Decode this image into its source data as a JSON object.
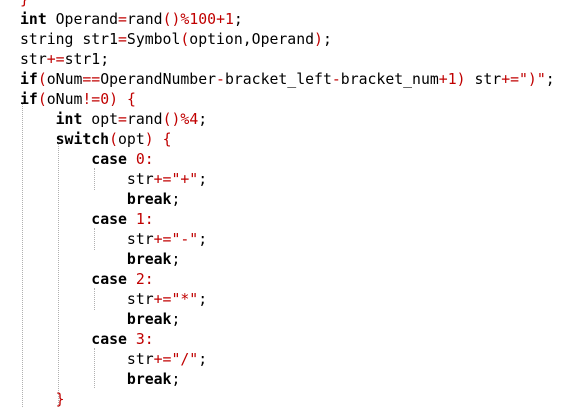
{
  "code": {
    "lines": [
      {
        "indent": "",
        "tokens": [
          [
            "b",
            "}"
          ]
        ]
      },
      {
        "indent": "",
        "tokens": [
          [
            "k",
            "int"
          ],
          [
            "p",
            " Operand"
          ],
          [
            "o",
            "="
          ],
          [
            "v",
            "rand"
          ],
          [
            "b",
            "()"
          ],
          [
            "o",
            "%"
          ],
          [
            "n",
            "100"
          ],
          [
            "o",
            "+"
          ],
          [
            "n",
            "1"
          ],
          [
            "p",
            ";"
          ]
        ]
      },
      {
        "indent": "",
        "tokens": [
          [
            "v",
            "string str1"
          ],
          [
            "o",
            "="
          ],
          [
            "v",
            "Symbol"
          ],
          [
            "b",
            "("
          ],
          [
            "v",
            "option"
          ],
          [
            "p",
            ","
          ],
          [
            "v",
            "Operand"
          ],
          [
            "b",
            ")"
          ],
          [
            "p",
            ";"
          ]
        ]
      },
      {
        "indent": "",
        "tokens": [
          [
            "v",
            "str"
          ],
          [
            "o",
            "+="
          ],
          [
            "v",
            "str1"
          ],
          [
            "p",
            ";"
          ]
        ]
      },
      {
        "indent": "",
        "tokens": [
          [
            "k",
            "if"
          ],
          [
            "b",
            "("
          ],
          [
            "v",
            "oNum"
          ],
          [
            "o",
            "=="
          ],
          [
            "v",
            "OperandNumber"
          ],
          [
            "o",
            "-"
          ],
          [
            "v",
            "bracket_left"
          ],
          [
            "o",
            "-"
          ],
          [
            "v",
            "bracket_num"
          ],
          [
            "o",
            "+"
          ],
          [
            "n",
            "1"
          ],
          [
            "b",
            ")"
          ],
          [
            "v",
            " str"
          ],
          [
            "o",
            "+="
          ],
          [
            "s",
            "\")\""
          ],
          [
            "p",
            ";"
          ]
        ]
      },
      {
        "indent": "",
        "tokens": [
          [
            "k",
            "if"
          ],
          [
            "b",
            "("
          ],
          [
            "v",
            "oNum"
          ],
          [
            "o",
            "!="
          ],
          [
            "n",
            "0"
          ],
          [
            "b",
            ")"
          ],
          [
            "p",
            " "
          ],
          [
            "b",
            "{"
          ]
        ]
      },
      {
        "indent": "    ",
        "tokens": [
          [
            "k",
            "int"
          ],
          [
            "v",
            " opt"
          ],
          [
            "o",
            "="
          ],
          [
            "v",
            "rand"
          ],
          [
            "b",
            "()"
          ],
          [
            "o",
            "%"
          ],
          [
            "n",
            "4"
          ],
          [
            "p",
            ";"
          ]
        ]
      },
      {
        "indent": "    ",
        "tokens": [
          [
            "k",
            "switch"
          ],
          [
            "b",
            "("
          ],
          [
            "v",
            "opt"
          ],
          [
            "b",
            ")"
          ],
          [
            "p",
            " "
          ],
          [
            "b",
            "{"
          ]
        ]
      },
      {
        "indent": "        ",
        "tokens": [
          [
            "k",
            "case"
          ],
          [
            "p",
            " "
          ],
          [
            "n",
            "0"
          ],
          [
            "o",
            ":"
          ]
        ]
      },
      {
        "indent": "            ",
        "tokens": [
          [
            "v",
            "str"
          ],
          [
            "o",
            "+="
          ],
          [
            "s",
            "\"+\""
          ],
          [
            "p",
            ";"
          ]
        ]
      },
      {
        "indent": "            ",
        "tokens": [
          [
            "k",
            "break"
          ],
          [
            "p",
            ";"
          ]
        ]
      },
      {
        "indent": "        ",
        "tokens": [
          [
            "k",
            "case"
          ],
          [
            "p",
            " "
          ],
          [
            "n",
            "1"
          ],
          [
            "o",
            ":"
          ]
        ]
      },
      {
        "indent": "            ",
        "tokens": [
          [
            "v",
            "str"
          ],
          [
            "o",
            "+="
          ],
          [
            "s",
            "\"-\""
          ],
          [
            "p",
            ";"
          ]
        ]
      },
      {
        "indent": "            ",
        "tokens": [
          [
            "k",
            "break"
          ],
          [
            "p",
            ";"
          ]
        ]
      },
      {
        "indent": "        ",
        "tokens": [
          [
            "k",
            "case"
          ],
          [
            "p",
            " "
          ],
          [
            "n",
            "2"
          ],
          [
            "o",
            ":"
          ]
        ]
      },
      {
        "indent": "            ",
        "tokens": [
          [
            "v",
            "str"
          ],
          [
            "o",
            "+="
          ],
          [
            "s",
            "\"*\""
          ],
          [
            "p",
            ";"
          ]
        ]
      },
      {
        "indent": "            ",
        "tokens": [
          [
            "k",
            "break"
          ],
          [
            "p",
            ";"
          ]
        ]
      },
      {
        "indent": "        ",
        "tokens": [
          [
            "k",
            "case"
          ],
          [
            "p",
            " "
          ],
          [
            "n",
            "3"
          ],
          [
            "o",
            ":"
          ]
        ]
      },
      {
        "indent": "            ",
        "tokens": [
          [
            "v",
            "str"
          ],
          [
            "o",
            "+="
          ],
          [
            "s",
            "\"/\""
          ],
          [
            "p",
            ";"
          ]
        ]
      },
      {
        "indent": "            ",
        "tokens": [
          [
            "k",
            "break"
          ],
          [
            "p",
            ";"
          ]
        ]
      },
      {
        "indent": "    ",
        "tokens": [
          [
            "b",
            "}"
          ]
        ]
      }
    ]
  },
  "colors": {
    "background": "#ffffff",
    "text": "#000000",
    "keyword": "#000000",
    "literal": "#c00000",
    "guide": "#b0b0b0"
  }
}
